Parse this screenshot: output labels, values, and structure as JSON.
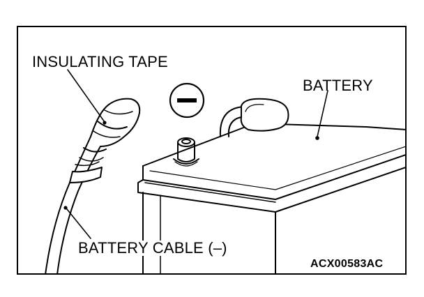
{
  "labels": {
    "insulating_tape": "INSULATING TAPE",
    "battery": "BATTERY",
    "battery_cable": "BATTERY CABLE (–)"
  },
  "figure_code": "ACX00583AC",
  "symbols": {
    "negative_terminal": "minus-symbol"
  }
}
